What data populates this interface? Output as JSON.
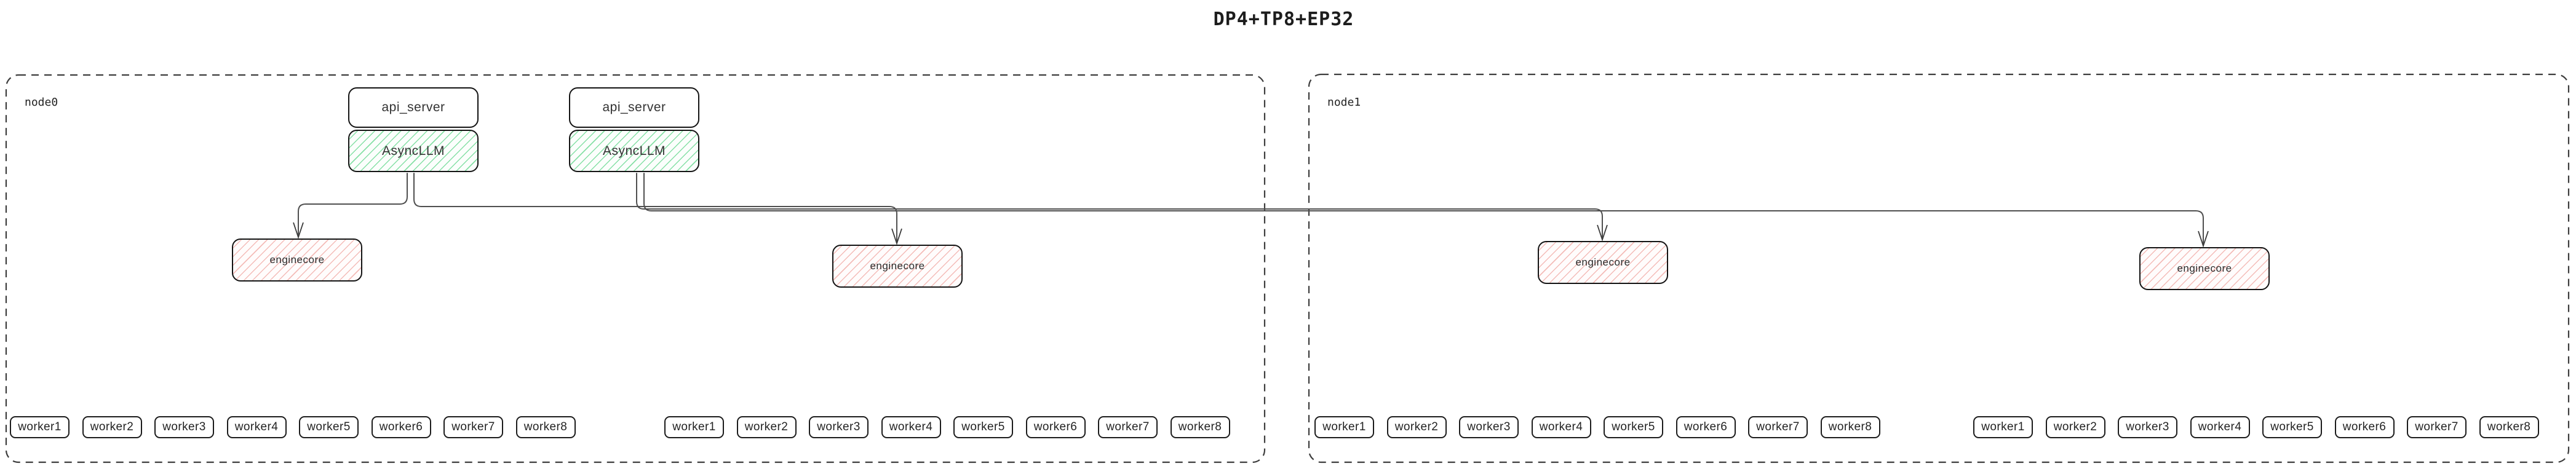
{
  "title": "DP4+TP8+EP32",
  "colors": {
    "box_border": "#141414",
    "node_border": "#3d3d3d",
    "wire": "#4f4f4f",
    "asyncllm_hatch": "#86e0a6",
    "enginecore_hatch": "#f4bcb8"
  },
  "node0": {
    "label": "node0",
    "stack1": {
      "api_server": "api_server",
      "asyncllm": "AsyncLLM"
    },
    "stack2": {
      "api_server": "api_server",
      "asyncllm": "AsyncLLM"
    },
    "enginecore1": "enginecore",
    "enginecore2": "enginecore",
    "worker_groups": [
      [
        "worker1",
        "worker2",
        "worker3",
        "worker4",
        "worker5",
        "worker6",
        "worker7",
        "worker8"
      ],
      [
        "worker1",
        "worker2",
        "worker3",
        "worker4",
        "worker5",
        "worker6",
        "worker7",
        "worker8"
      ]
    ]
  },
  "node1": {
    "label": "node1",
    "enginecore1": "enginecore",
    "enginecore2": "enginecore",
    "worker_groups": [
      [
        "worker1",
        "worker2",
        "worker3",
        "worker4",
        "worker5",
        "worker6",
        "worker7",
        "worker8"
      ],
      [
        "worker1",
        "worker2",
        "worker3",
        "worker4",
        "worker5",
        "worker6",
        "worker7",
        "worker8"
      ]
    ]
  }
}
